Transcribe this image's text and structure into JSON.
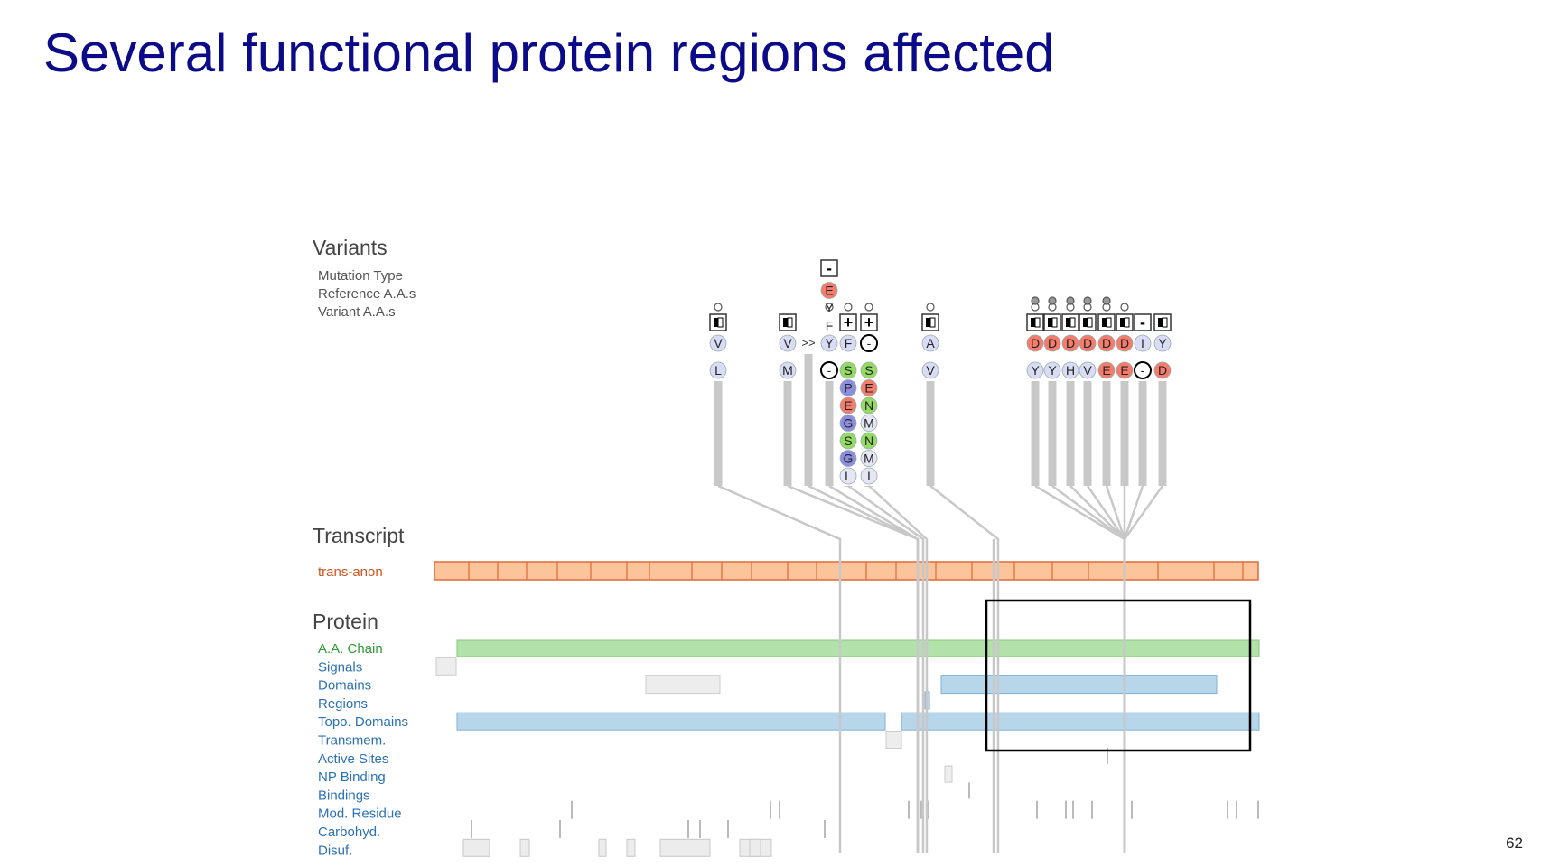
{
  "slide": {
    "title": "Several functional protein regions affected",
    "page_number": "62"
  },
  "variants": {
    "heading": "Variants",
    "row_labels": [
      "Mutation Type",
      "Reference A.A.s",
      "Variant A.A.s"
    ],
    "columns": [
      {
        "type_icon": "half",
        "ref": [
          "V"
        ],
        "alt": [
          "L"
        ],
        "count": 1
      },
      {
        "type_icon": "half",
        "ref": [
          "V"
        ],
        "alt": [
          "M"
        ],
        "count": 0
      },
      {
        "type_icon": "",
        "ref": [
          ">>"
        ],
        "alt": [],
        "count": 0
      },
      {
        "type_icon": "-",
        "ref": [
          "E",
          "Y",
          "F",
          "Y"
        ],
        "alt": [
          "-"
        ],
        "count": 1
      },
      {
        "type_icon": "+",
        "ref": [
          "F"
        ],
        "alt": [
          "S",
          "P",
          "E",
          "G",
          "S",
          "G",
          "L"
        ],
        "count": 1
      },
      {
        "type_icon": "+",
        "ref": [
          "-"
        ],
        "alt": [
          "S",
          "E",
          "N",
          "M",
          "N",
          "M",
          "I"
        ],
        "count": 1
      },
      {
        "type_icon": "half",
        "ref": [
          "A"
        ],
        "alt": [
          "V"
        ],
        "count": 1
      },
      {
        "type_icon": "half",
        "ref": [
          "D"
        ],
        "alt": [
          "Y"
        ],
        "count": 2
      },
      {
        "type_icon": "half",
        "ref": [
          "D"
        ],
        "alt": [
          "Y"
        ],
        "count": 2
      },
      {
        "type_icon": "half",
        "ref": [
          "D"
        ],
        "alt": [
          "H"
        ],
        "count": 2
      },
      {
        "type_icon": "half",
        "ref": [
          "D"
        ],
        "alt": [
          "V"
        ],
        "count": 2
      },
      {
        "type_icon": "half",
        "ref": [
          "D"
        ],
        "alt": [
          "E"
        ],
        "count": 2
      },
      {
        "type_icon": "half",
        "ref": [
          "D"
        ],
        "alt": [
          "E"
        ],
        "count": 1
      },
      {
        "type_icon": "-",
        "ref": [
          "I"
        ],
        "alt": [
          "-"
        ],
        "count": 0
      },
      {
        "type_icon": "half",
        "ref": [
          "Y"
        ],
        "alt": [
          "D"
        ],
        "count": 0
      }
    ]
  },
  "transcript": {
    "heading": "Transcript",
    "track_label": "trans-anon"
  },
  "protein": {
    "heading": "Protein",
    "tracks": [
      "A.A. Chain",
      "Signals",
      "Domains",
      "Regions",
      "Topo. Domains",
      "Transmem.",
      "Active Sites",
      "NP Binding",
      "Bindings",
      "Mod. Residue",
      "Carbohyd.",
      "Disuf."
    ]
  },
  "colors": {
    "title": "#0b0b8a",
    "aa_acidic": "#f47c6c",
    "aa_basic": "#8d8ddf",
    "aa_polar": "#94db63",
    "aa_hydrophobic": "#d8dcf4",
    "transcript_fill": "#fbc49a",
    "transcript_stroke": "#e2693a",
    "chain_fill": "#b3e1aa",
    "domain_fill": "#b7d6ea",
    "track_label": "#2a71b6",
    "chain_label": "#2f9a36"
  }
}
